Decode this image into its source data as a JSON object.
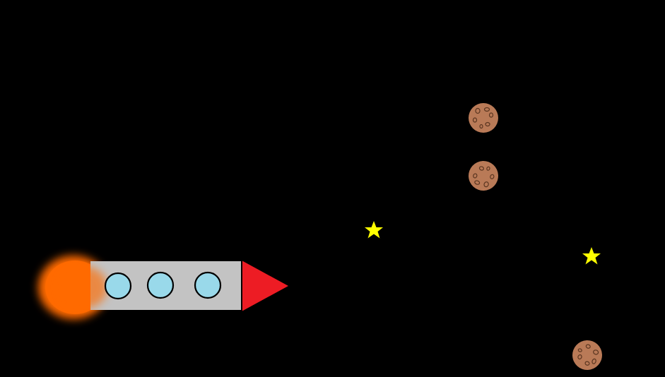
{
  "game": {
    "background_color": "#000000",
    "player": {
      "kind": "rocket",
      "body_color": "#c3c3c3",
      "window_color": "#99d9ea",
      "window_count": 3,
      "nose_color": "#ed1c24",
      "exhaust_color": "#ff6a00"
    },
    "asteroids": [
      {
        "name": "asteroid-1",
        "color": "#b97a57"
      },
      {
        "name": "asteroid-2",
        "color": "#b97a57"
      },
      {
        "name": "asteroid-3",
        "color": "#b97a57"
      }
    ],
    "stars": [
      {
        "name": "star-1",
        "color": "#ffff00"
      },
      {
        "name": "star-2",
        "color": "#ffff00"
      }
    ],
    "icons": {
      "player": "rocket-icon",
      "asteroid": "asteroid-icon",
      "collectible": "star-icon"
    }
  }
}
